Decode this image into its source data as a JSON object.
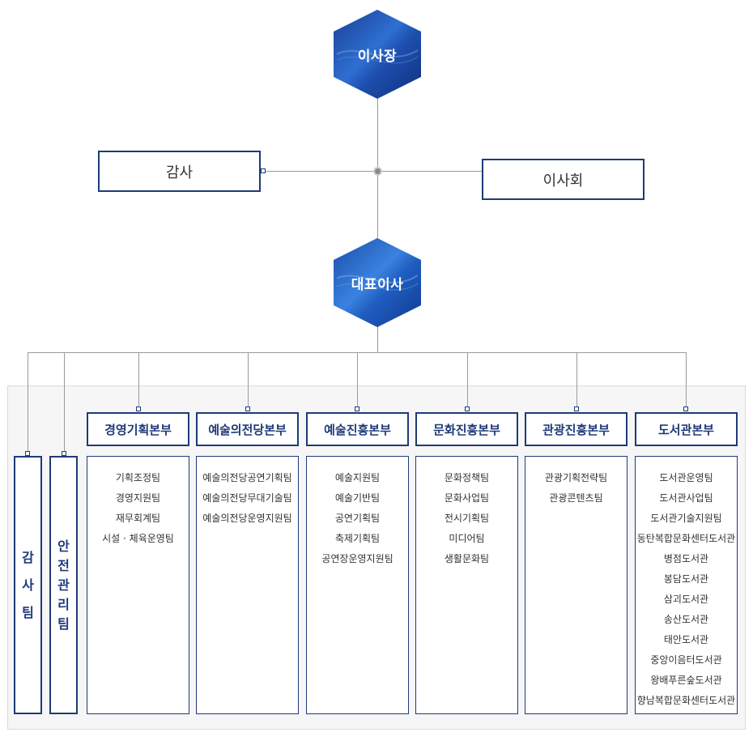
{
  "top": {
    "chairman": "이사장",
    "audit": "감사",
    "board": "이사회",
    "ceo": "대표이사"
  },
  "vertical_teams": [
    {
      "id": "audit-team",
      "chars": [
        "감",
        "사",
        "팀"
      ]
    },
    {
      "id": "safety-team",
      "chars": [
        "안",
        "전",
        "관",
        "리",
        "팀"
      ]
    }
  ],
  "divisions": [
    {
      "name": "경영기획본부",
      "teams": [
        "기획조정팀",
        "경영지원팀",
        "재무회계팀",
        "시설 · 체육운영팀"
      ]
    },
    {
      "name": "예술의전당본부",
      "teams": [
        "예술의전당공연기획팀",
        "예술의전당무대기술팀",
        "예술의전당운영지원팀"
      ]
    },
    {
      "name": "예술진흥본부",
      "teams": [
        "예술지원팀",
        "예술기반팀",
        "공연기획팀",
        "축제기획팀",
        "공연장운영지원팀"
      ]
    },
    {
      "name": "문화진흥본부",
      "teams": [
        "문화정책팀",
        "문화사업팀",
        "전시기획팀",
        "미디어팀",
        "생활문화팀"
      ]
    },
    {
      "name": "관광진흥본부",
      "teams": [
        "관광기획전략팀",
        "관광콘텐츠팀"
      ]
    },
    {
      "name": "도서관본부",
      "teams": [
        "도서관운영팀",
        "도서관사업팀",
        "도서관기술지원팀",
        "동탄복합문화센터도서관",
        "병점도서관",
        "봉담도서관",
        "삼괴도서관",
        "송산도서관",
        "태안도서관",
        "중앙이음터도서관",
        "왕배푸른숲도서관",
        "향남복합문화센터도서관"
      ]
    }
  ]
}
